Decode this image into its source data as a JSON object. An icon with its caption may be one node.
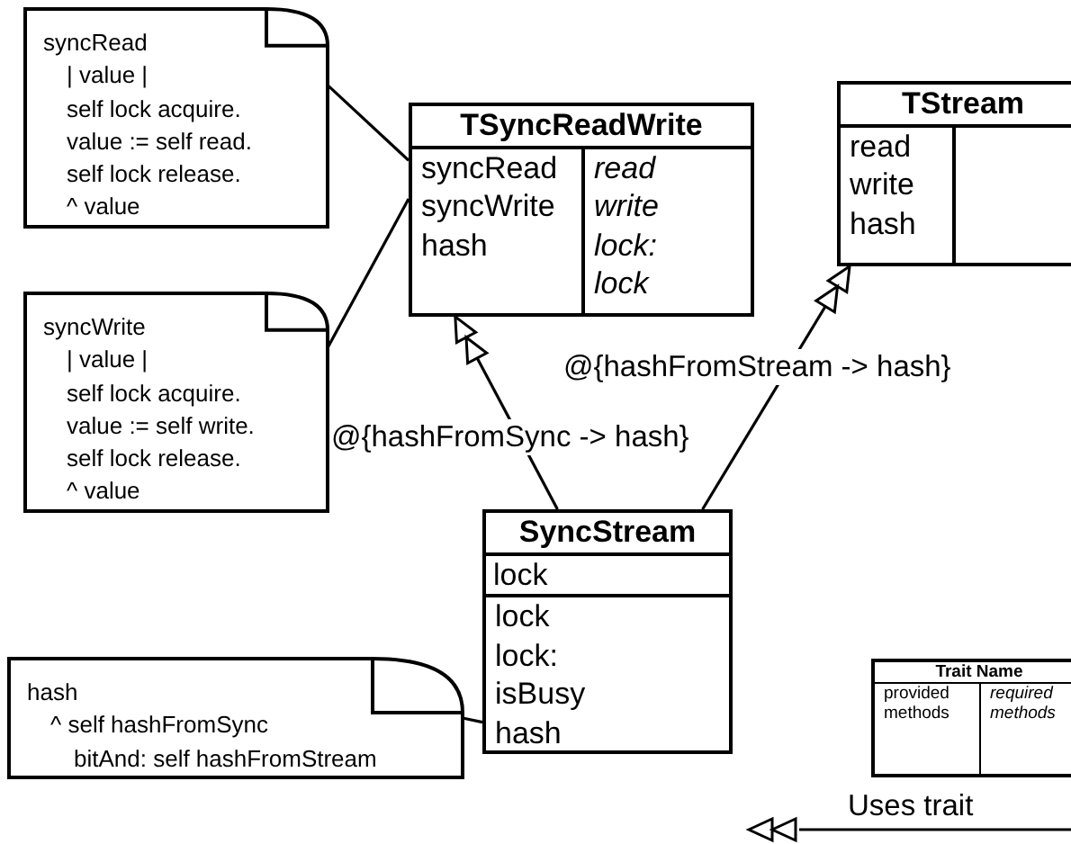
{
  "diagram": {
    "nodes": [
      {
        "text": [
          "syncRead",
          "| value |",
          "self lock acquire.",
          "value := self read.",
          "self lock release.",
          "^ value"
        ]
      },
      {
        "text": [
          "TSyncReadWrite",
          "syncRead",
          "syncWrite",
          "hash",
          "read",
          "write",
          "lock:",
          "lock"
        ]
      },
      {
        "text": [
          "TStream",
          "read",
          "write",
          "hash"
        ]
      },
      {
        "text": [
          "syncWrite",
          "| value |",
          "self lock acquire.",
          "value := self write.",
          "self lock release.",
          "^ value"
        ]
      },
      {
        "text": [
          "SyncStream",
          "lock",
          "lock",
          "lock:",
          "isBusy",
          "hash"
        ]
      },
      {
        "text": [
          "hash",
          "^ self hashFromSync",
          "bitAnd: self hashFromStream"
        ]
      },
      {
        "text": [
          "Trait Name",
          "provided methods",
          "required methods"
        ]
      }
    ],
    "edges": [
      {
        "from": 0,
        "to": 1,
        "arrow": "none"
      },
      {
        "from": 3,
        "to": 1,
        "arrow": "none"
      },
      {
        "from": 4,
        "to": 1,
        "arrow": "to",
        "label": "@{hashFromSync -> hash}"
      },
      {
        "from": 4,
        "to": 2,
        "arrow": "to",
        "label": "@{hashFromStream -> hash}"
      },
      {
        "from": 5,
        "to": 4,
        "arrow": "none"
      }
    ],
    "legend": [
      {
        "text": "Uses trait"
      }
    ]
  }
}
